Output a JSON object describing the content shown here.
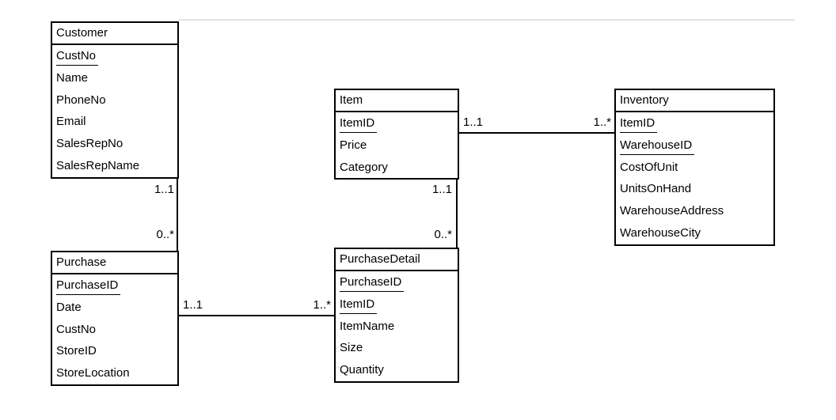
{
  "diagram_type": "entity-relationship-diagram",
  "colors": {
    "border": "#000000",
    "background": "#ffffff",
    "text": "#000000",
    "grid_line": "#dde2ec"
  },
  "entities": {
    "customer": {
      "title": "Customer",
      "attributes": [
        {
          "label": "CustNo",
          "pk": true
        },
        {
          "label": "Name",
          "pk": false
        },
        {
          "label": "PhoneNo",
          "pk": false
        },
        {
          "label": "Email",
          "pk": false
        },
        {
          "label": "SalesRepNo",
          "pk": false
        },
        {
          "label": "SalesRepName",
          "pk": false
        }
      ]
    },
    "item": {
      "title": "Item",
      "attributes": [
        {
          "label": "ItemID",
          "pk": true
        },
        {
          "label": "Price",
          "pk": false
        },
        {
          "label": "Category",
          "pk": false
        }
      ]
    },
    "inventory": {
      "title": "Inventory",
      "attributes": [
        {
          "label": "ItemID",
          "pk": true
        },
        {
          "label": "WarehouseID",
          "pk": true
        },
        {
          "label": "CostOfUnit",
          "pk": false
        },
        {
          "label": "UnitsOnHand",
          "pk": false
        },
        {
          "label": "WarehouseAddress",
          "pk": false
        },
        {
          "label": "WarehouseCity",
          "pk": false
        }
      ]
    },
    "purchase": {
      "title": "Purchase",
      "attributes": [
        {
          "label": "PurchaseID",
          "pk": true
        },
        {
          "label": "Date",
          "pk": false
        },
        {
          "label": "CustNo",
          "pk": false
        },
        {
          "label": "StoreID",
          "pk": false
        },
        {
          "label": "StoreLocation",
          "pk": false
        }
      ]
    },
    "purchasedetail": {
      "title": "PurchaseDetail",
      "attributes": [
        {
          "label": "PurchaseID",
          "pk": true
        },
        {
          "label": "ItemID",
          "pk": true
        },
        {
          "label": "ItemName",
          "pk": false
        },
        {
          "label": "Size",
          "pk": false
        },
        {
          "label": "Quantity",
          "pk": false
        }
      ]
    }
  },
  "relationships": {
    "customer_purchase": {
      "from": "Customer",
      "to": "Purchase",
      "from_card": "1..1",
      "to_card": "0..*"
    },
    "item_purchasedetail": {
      "from": "Item",
      "to": "PurchaseDetail",
      "from_card": "1..1",
      "to_card": "0..*"
    },
    "purchase_purchasedetail": {
      "from": "Purchase",
      "to": "PurchaseDetail",
      "from_card": "1..1",
      "to_card": "1..*"
    },
    "item_inventory": {
      "from": "Item",
      "to": "Inventory",
      "from_card": "1..1",
      "to_card": "1..*"
    }
  }
}
